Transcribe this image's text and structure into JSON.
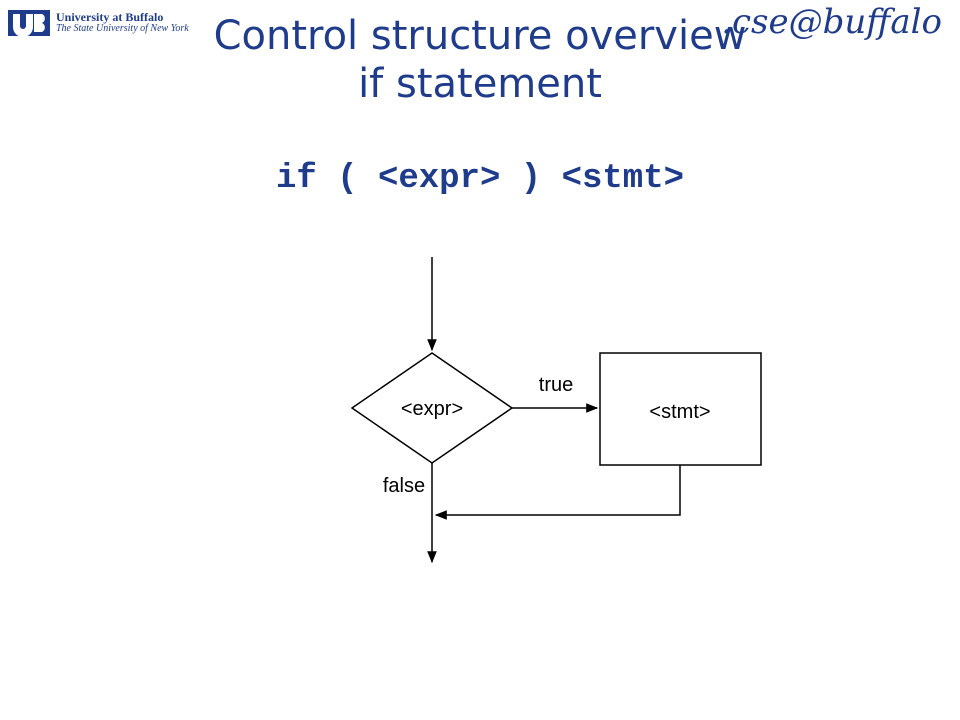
{
  "header": {
    "ub_logo": {
      "icon": "ub-monogram-icon",
      "name": "University at Buffalo",
      "subtitle": "The State University of New York"
    },
    "cse_logo": ".cse@buffalo"
  },
  "slide": {
    "title_line1": "Control structure overview",
    "title_line2": "if statement",
    "syntax": "if ( <expr> ) <stmt>"
  },
  "flowchart": {
    "decision_label": "<expr>",
    "statement_label": "<stmt>",
    "true_label": "true",
    "false_label": "false",
    "colors": {
      "stroke": "#000000",
      "fill": "#ffffff"
    }
  }
}
